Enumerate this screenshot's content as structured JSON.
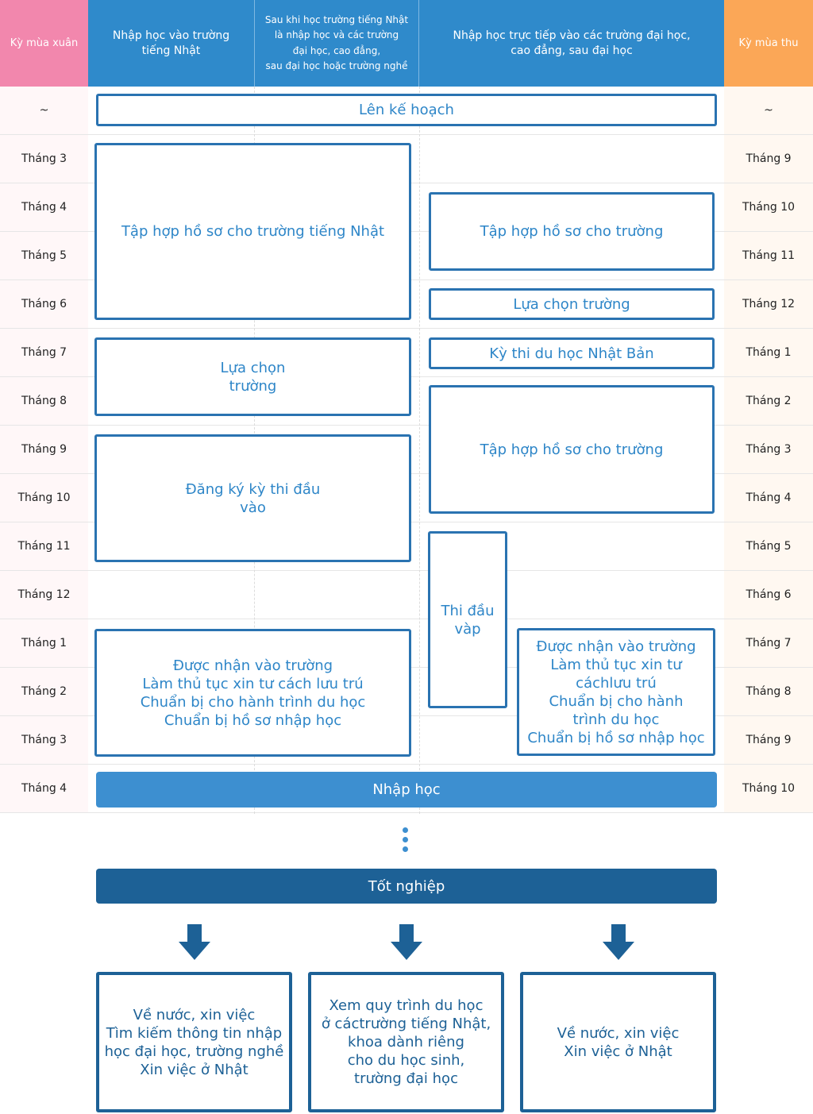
{
  "headers": {
    "spring": "Kỳ mùa xuân",
    "col1": [
      "Nhập học vào trường",
      "tiếng Nhật"
    ],
    "col2": [
      "Sau khi học trường tiếng Nhật",
      "là nhập học và các trường",
      "đại học, cao đẳng,",
      "sau đại học hoặc trường nghề"
    ],
    "col3": [
      "Nhập học trực tiếp vào các trường đại học,",
      "cao đẳng, sau đại học"
    ],
    "autumn": "Kỳ mùa thu"
  },
  "months_spring": [
    "~",
    "Tháng 3",
    "Tháng 4",
    "Tháng 5",
    "Tháng 6",
    "Tháng 7",
    "Tháng 8",
    "Tháng 9",
    "Tháng 10",
    "Tháng 11",
    "Tháng 12",
    "Tháng 1",
    "Tháng 2",
    "Tháng 3",
    "Tháng 4"
  ],
  "months_autumn": [
    "~",
    "Tháng 9",
    "Tháng 10",
    "Tháng 11",
    "Tháng 12",
    "Tháng 1",
    "Tháng 2",
    "Tháng 3",
    "Tháng 4",
    "Tháng 5",
    "Tháng 6",
    "Tháng 7",
    "Tháng 8",
    "Tháng 9",
    "Tháng 10"
  ],
  "boxes": {
    "plan": "Lên kế hoạch",
    "lang_docs": "Tập hợp hồ sơ cho trường tiếng Nhật",
    "lang_choose": [
      "Lựa chọn",
      "trường"
    ],
    "lang_register": [
      "Đăng ký kỳ thi đầu",
      "vào"
    ],
    "lang_admitted": [
      "Được nhận vào trường",
      "Làm thủ tục xin tư cách lưu trú",
      "Chuẩn bị cho hành trình du học",
      "Chuẩn bị hồ sơ nhập học"
    ],
    "direct_docs1": "Tập hợp hồ sơ cho trường",
    "direct_choose": "Lựa chọn trường",
    "direct_exam": "Kỳ thi du học Nhật Bản",
    "direct_docs2": "Tập hợp hồ sơ cho trường",
    "entrance_exam": [
      "Thi đầu",
      "vàp"
    ],
    "direct_admitted": [
      "Được nhận vào trường",
      "Làm thủ tục xin tư",
      "cáchlưu trú",
      "Chuẩn bị cho hành",
      "trình du học",
      "Chuẩn bị hồ sơ nhập học"
    ],
    "enroll": "Nhập học"
  },
  "graduation": "Tốt nghiệp",
  "outcomes": [
    [
      "Về nước, xin việc",
      "Tìm kiếm thông tin nhập",
      "học đại học, trường nghề",
      "Xin việc ở Nhật"
    ],
    [
      "Xem quy trình du học",
      "ở cáctrường tiếng Nhật,",
      "khoa dành riêng",
      "cho du học sinh,",
      "trường đại học"
    ],
    [
      "Về nước, xin việc",
      "Xin việc ở Nhật"
    ]
  ],
  "colors": {
    "spring": "#f287ad",
    "header_blue": "#2f8acb",
    "autumn": "#fba757",
    "box_border": "#2a73b1",
    "box_text": "#2e86c8",
    "enroll_fill": "#3d8fd0",
    "graduation_fill": "#1d6196"
  }
}
